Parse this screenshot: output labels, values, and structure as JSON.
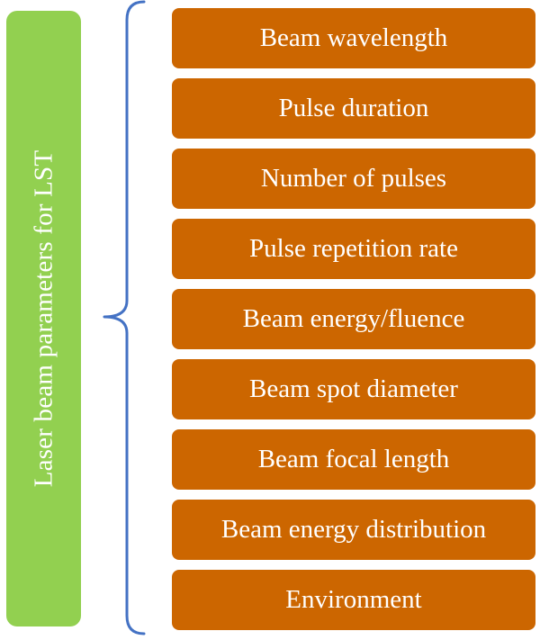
{
  "colors": {
    "side_label_bg": "#92d050",
    "item_bg": "#cc6600",
    "brace": "#4472c4",
    "text": "#ffffff"
  },
  "side_label": {
    "text": "Laser beam parameters for LST"
  },
  "items": [
    {
      "label": "Beam wavelength"
    },
    {
      "label": "Pulse duration"
    },
    {
      "label": "Number of pulses"
    },
    {
      "label": "Pulse repetition rate"
    },
    {
      "label": "Beam energy/fluence"
    },
    {
      "label": "Beam spot diameter"
    },
    {
      "label": "Beam focal length"
    },
    {
      "label": "Beam energy distribution"
    },
    {
      "label": "Environment"
    }
  ]
}
